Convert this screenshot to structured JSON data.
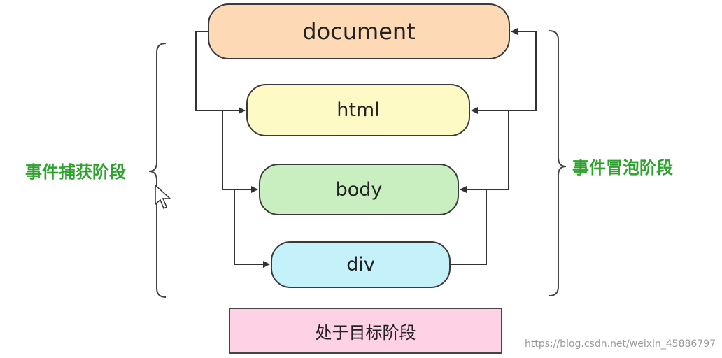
{
  "nodes": {
    "document": "document",
    "html": "html",
    "body": "body",
    "div": "div"
  },
  "target_phase": "处于目标阶段",
  "capture_phase": "事件捕获阶段",
  "bubble_phase": "事件冒泡阶段",
  "watermark": "https://blog.csdn.net/weixin_45886797",
  "colors": {
    "document": "#fdd9b5",
    "html": "#fefac6",
    "body": "#c9efc0",
    "div": "#c5f1fb",
    "target": "#ffd1e4",
    "phase_text": "#2fa12f"
  }
}
